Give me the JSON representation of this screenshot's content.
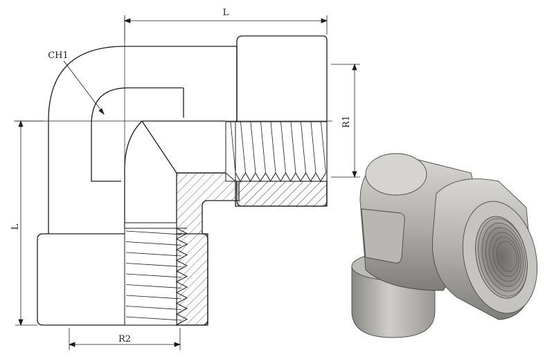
{
  "dimensions": {
    "length_top": "L",
    "length_left": "L",
    "thread_right": "R1",
    "thread_bottom": "R2",
    "chamfer": "CH1"
  },
  "colors": {
    "line": "#1a1a1a",
    "hatch": "#555555",
    "metal_light": "#c9c7c3",
    "metal_mid": "#a9a7a3",
    "metal_dark": "#7e7c78"
  }
}
